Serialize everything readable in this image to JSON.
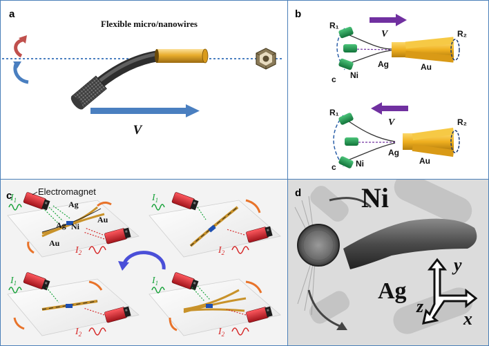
{
  "panel_a": {
    "label": "a",
    "title": "Flexible micro/nanowires",
    "velocity_label": "V"
  },
  "panel_b": {
    "label": "b",
    "top": {
      "r1": "R₁",
      "r2": "R₂",
      "v": "V",
      "ag": "Ag",
      "au": "Au",
      "ni": "Ni",
      "c": "c"
    },
    "bottom": {
      "r1": "R₁",
      "r2": "R₂",
      "v": "V",
      "ag": "Ag",
      "au": "Au",
      "ni": "Ni",
      "c": "c"
    }
  },
  "panel_c": {
    "label": "c",
    "electromagnet": "Electromagnet",
    "ag1": "Ag",
    "ag2": "Ag",
    "au1": "Au",
    "au2": "Au",
    "ni": "Ni",
    "i1": "I",
    "i2": "I",
    "sub1": "1",
    "sub2": "2"
  },
  "panel_d": {
    "label": "d",
    "ni": "Ni",
    "ag": "Ag",
    "axis_x": "x",
    "axis_y": "y",
    "axis_z": "z"
  },
  "colors": {
    "border": "#4a7fb8",
    "arrow_blue": "#4a7fc0",
    "arrow_red": "#c0504d",
    "purple": "#7030a0",
    "gold": "#f2b93b",
    "green": "#1f9a4a",
    "magnet_red": "#d8262f",
    "current_green": "#1aa33c",
    "current_red": "#d62828"
  },
  "icons": [
    "rotation-arrows-icon",
    "cargo-cube-icon",
    "cycle-arrow-icon",
    "electromagnet-icon"
  ]
}
